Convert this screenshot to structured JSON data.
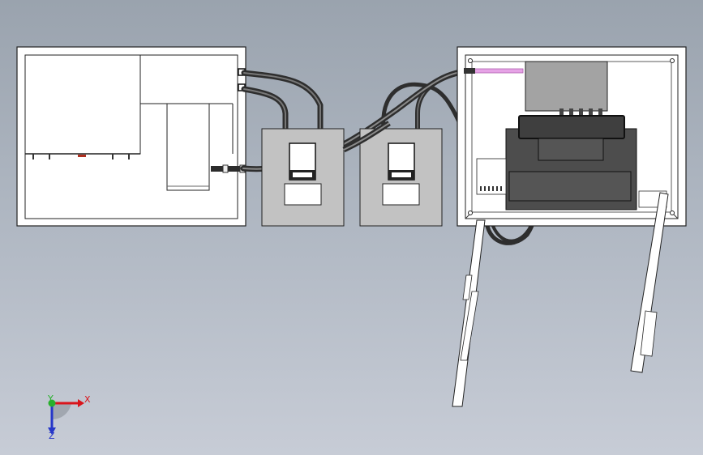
{
  "triad": {
    "x_label": "X",
    "y_label": "Y",
    "z_label": "Z",
    "x_color": "#d9141b",
    "y_color": "#27b02c",
    "z_color": "#2637c9"
  },
  "colors": {
    "background_top": "#9aa3ae",
    "background_bottom": "#c7ccd6",
    "panel_fill": "#ffffff",
    "enclosure_fill": "#c0c0c0",
    "module_dark": "#4a4a4a",
    "module_grey": "#9c9c9c",
    "hose": "#3c3c3c",
    "pink_tube": "#e8a0e8"
  },
  "icons": {
    "triad": "coordinate-triad-icon"
  }
}
